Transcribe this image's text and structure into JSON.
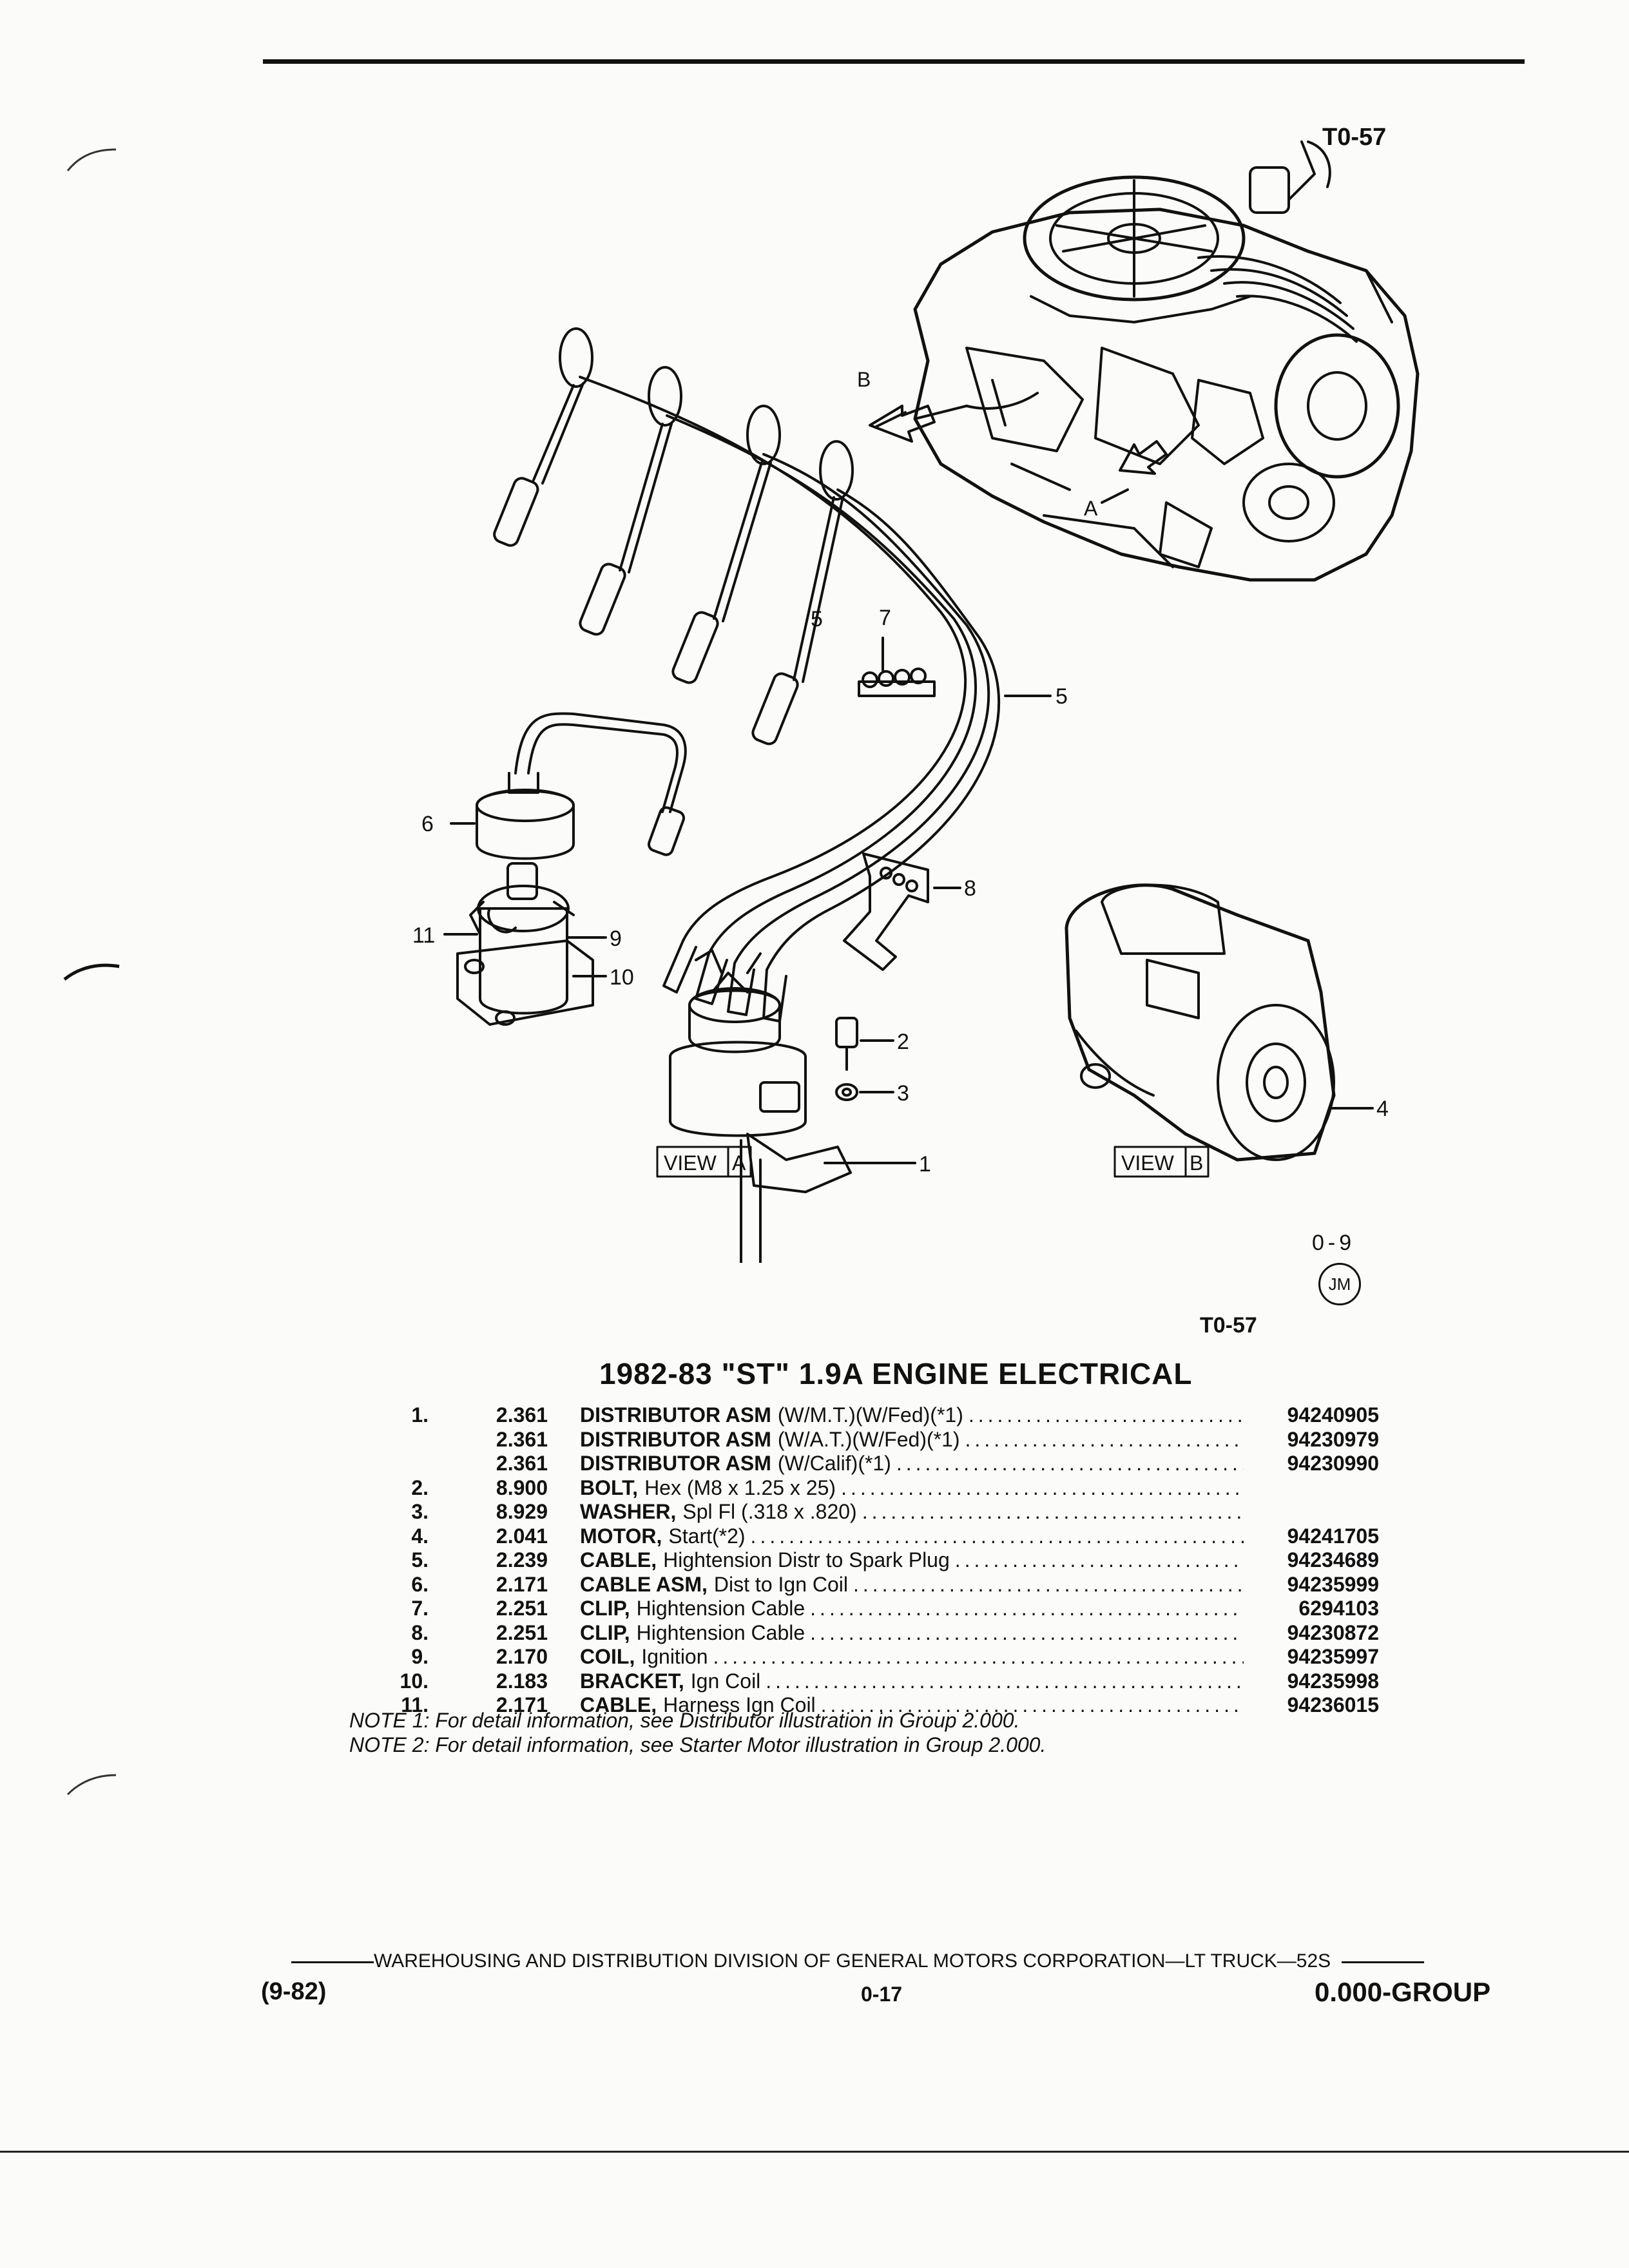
{
  "header": {
    "ref_code_top": "T0-57",
    "ref_code_bottom": "T0-57"
  },
  "diagram": {
    "callouts": [
      "1",
      "2",
      "3",
      "4",
      "5",
      "6",
      "7",
      "8",
      "9",
      "10",
      "11"
    ],
    "arrow_a": "A",
    "arrow_b": "B",
    "view_a": {
      "word": "VIEW",
      "letter": "A"
    },
    "view_b": {
      "word": "VIEW",
      "letter": "B"
    },
    "section_code": "0-9",
    "stamp_letters": "JM"
  },
  "title": "1982-83 \"ST\" 1.9A ENGINE ELECTRICAL",
  "parts": [
    {
      "num": "1.",
      "group": "2.361",
      "name": "DISTRIBUTOR ASM",
      "desc": "(W/M.T.)(W/Fed)(*1)",
      "part_no": "94240905"
    },
    {
      "num": "",
      "group": "2.361",
      "name": "DISTRIBUTOR ASM",
      "desc": "(W/A.T.)(W/Fed)(*1)",
      "part_no": "94230979"
    },
    {
      "num": "",
      "group": "2.361",
      "name": "DISTRIBUTOR ASM",
      "desc": "(W/Calif)(*1)",
      "part_no": "94230990"
    },
    {
      "num": "2.",
      "group": "8.900",
      "name": "BOLT,",
      "desc": "Hex (M8 x 1.25 x 25)",
      "part_no": ""
    },
    {
      "num": "3.",
      "group": "8.929",
      "name": "WASHER,",
      "desc": "Spl Fl (.318 x .820)",
      "part_no": ""
    },
    {
      "num": "4.",
      "group": "2.041",
      "name": "MOTOR,",
      "desc": "Start(*2)",
      "part_no": "94241705"
    },
    {
      "num": "5.",
      "group": "2.239",
      "name": "CABLE,",
      "desc": "Hightension Distr to Spark Plug",
      "part_no": "94234689"
    },
    {
      "num": "6.",
      "group": "2.171",
      "name": "CABLE ASM,",
      "desc": "Dist to Ign Coil",
      "part_no": "94235999"
    },
    {
      "num": "7.",
      "group": "2.251",
      "name": "CLIP,",
      "desc": "Hightension Cable",
      "part_no": "6294103"
    },
    {
      "num": "8.",
      "group": "2.251",
      "name": "CLIP,",
      "desc": "Hightension Cable",
      "part_no": "94230872"
    },
    {
      "num": "9.",
      "group": "2.170",
      "name": "COIL,",
      "desc": "Ignition",
      "part_no": "94235997"
    },
    {
      "num": "10.",
      "group": "2.183",
      "name": "BRACKET,",
      "desc": "Ign Coil",
      "part_no": "94235998"
    },
    {
      "num": "11.",
      "group": "2.171",
      "name": "CABLE,",
      "desc": "Harness Ign Coil",
      "part_no": "94236015"
    }
  ],
  "notes": [
    "NOTE 1: For detail information, see Distributor illustration in Group 2.000.",
    "NOTE 2: For detail information, see Starter Motor illustration in Group 2.000."
  ],
  "footer": {
    "division_line": "WAREHOUSING AND DISTRIBUTION DIVISION OF GENERAL MOTORS CORPORATION—LT TRUCK—52S",
    "date": "(9-82)",
    "page": "0-17",
    "group": "0.000-GROUP"
  }
}
